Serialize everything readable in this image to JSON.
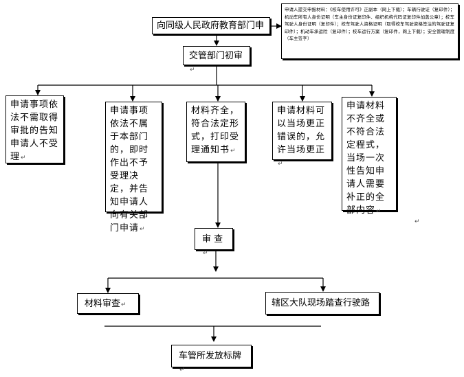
{
  "nodes": {
    "apply": "向同级人民政府教育部门申",
    "dept_review": "交管部门初审",
    "note": "申请人提交申报材料：《校车使用许可》正副本（网上下载）；车辆行驶证（复印件）；机动车所有人身份证明（车主身份证复印件、组织机构代码证复印件加盖公章）；校车驾驶人身份证明（复印件）；校车驾驶人资格证明（取得校车驾驶资格签注的驾驶证复印件）；机动车承运险（复印件）；校车运行方案（复印件，网上下载）；安全管理制度（车主签字）",
    "branch1": "申请事项依法不需取得审批的告知申请人不受理",
    "branch2": "申请事项依法不属于本部门的，即时作出不予受理决定，并告知申请人向有关部门申请",
    "branch3": "材料齐全，符合法定形式，打印受理通知书",
    "branch4": "申请材料可以当场更正错误的，允许当场更正",
    "branch5": "申请材料不齐全或不符合法定程式，当场一次性告知申请人需要补正的全部内容",
    "review": "审 查",
    "material_review": "材料审查",
    "field_check": "辖区大队现场踏查行驶路",
    "issue_plate": "车管所发放标牌"
  },
  "marks": {
    "paragraph": "↵"
  }
}
